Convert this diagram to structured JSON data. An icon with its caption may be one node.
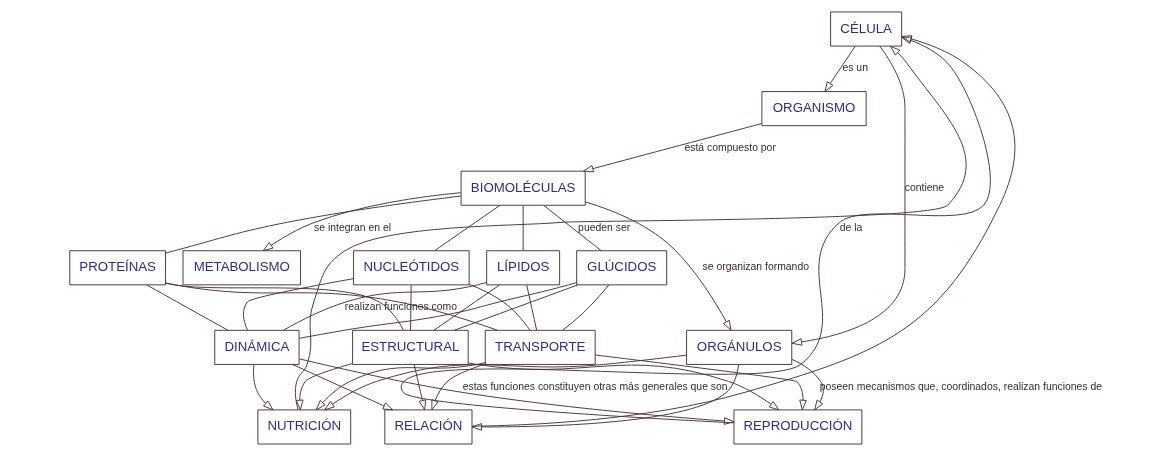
{
  "diagram": {
    "nodes": [
      {
        "text": [
          "CÉLULA"
        ]
      },
      {
        "text": [
          "ORGANISMO"
        ]
      },
      {
        "text": [
          "ORGÁNULOS"
        ]
      },
      {
        "text": [
          "PROTEÍNAS"
        ]
      },
      {
        "text": [
          "LÍPIDOS"
        ]
      },
      {
        "text": [
          "GLÚCIDOS"
        ]
      },
      {
        "text": [
          "NUCLEÓTIDOS"
        ]
      },
      {
        "text": [
          "BIOMOLÉCULAS"
        ]
      },
      {
        "text": [
          "METABOLISMO"
        ]
      },
      {
        "text": [
          "NUTRICIÓN"
        ]
      },
      {
        "text": [
          "REPRODUCCIÓN"
        ]
      },
      {
        "text": [
          "RELACIÓN"
        ]
      },
      {
        "text": [
          "ESTRUCTURAL"
        ]
      },
      {
        "text": [
          "DINÁMICA"
        ]
      },
      {
        "text": [
          "TRANSPORTE"
        ]
      }
    ],
    "edges": [
      {
        "from": 0,
        "to": 1,
        "arrow": "to",
        "label": "es un"
      },
      {
        "from": 1,
        "to": 7,
        "arrow": "to",
        "label": "está compuesto por"
      },
      {
        "from": 0,
        "to": 2,
        "arrow": "to",
        "label": "contiene"
      },
      {
        "from": 7,
        "to": 2,
        "arrow": "to",
        "label": "se organizan formando"
      },
      {
        "from": 7,
        "to": 8,
        "arrow": "to",
        "label": "se integran en el"
      },
      {
        "from": 2,
        "to": 9,
        "arrow": "to"
      },
      {
        "from": 2,
        "to": 10,
        "arrow": "to",
        "label": "poseen mecanismos que, coordinados, realizan funciones de"
      },
      {
        "from": 2,
        "to": 11,
        "arrow": "to"
      },
      {
        "from": 7,
        "to": 3,
        "arrow": "none"
      },
      {
        "from": 7,
        "to": 4,
        "arrow": "none"
      },
      {
        "from": 7,
        "to": 5,
        "arrow": "none",
        "label": "pueden ser"
      },
      {
        "from": 7,
        "to": 6,
        "arrow": "none"
      },
      {
        "from": 3,
        "to": 12,
        "arrow": "none"
      },
      {
        "from": 3,
        "to": 13,
        "arrow": "none"
      },
      {
        "from": 3,
        "to": 14,
        "arrow": "none"
      },
      {
        "from": 4,
        "to": 12,
        "arrow": "none"
      },
      {
        "from": 4,
        "to": 13,
        "arrow": "none",
        "label": "realizan funciones como"
      },
      {
        "from": 4,
        "to": 14,
        "arrow": "none"
      },
      {
        "from": 5,
        "to": 12,
        "arrow": "none"
      },
      {
        "from": 5,
        "to": 13,
        "arrow": "none"
      },
      {
        "from": 5,
        "to": 14,
        "arrow": "none"
      },
      {
        "from": 6,
        "to": 12,
        "arrow": "none"
      },
      {
        "from": 6,
        "to": 13,
        "arrow": "none"
      },
      {
        "from": 6,
        "to": 14,
        "arrow": "none"
      },
      {
        "from": 12,
        "to": 9,
        "arrow": "to"
      },
      {
        "from": 12,
        "to": 10,
        "arrow": "to"
      },
      {
        "from": 12,
        "to": 11,
        "arrow": "to"
      },
      {
        "from": 13,
        "to": 9,
        "arrow": "to"
      },
      {
        "from": 13,
        "to": 10,
        "arrow": "to",
        "label": "estas funciones constituyen otras más generales que son"
      },
      {
        "from": 13,
        "to": 11,
        "arrow": "to"
      },
      {
        "from": 14,
        "to": 9,
        "arrow": "to"
      },
      {
        "from": 14,
        "to": 10,
        "arrow": "to"
      },
      {
        "from": 14,
        "to": 11,
        "arrow": "to"
      },
      {
        "from": 9,
        "to": 0,
        "arrow": "to"
      },
      {
        "from": 10,
        "to": 0,
        "arrow": "to",
        "label": "de la"
      },
      {
        "from": 11,
        "to": 0,
        "arrow": "to"
      }
    ]
  }
}
